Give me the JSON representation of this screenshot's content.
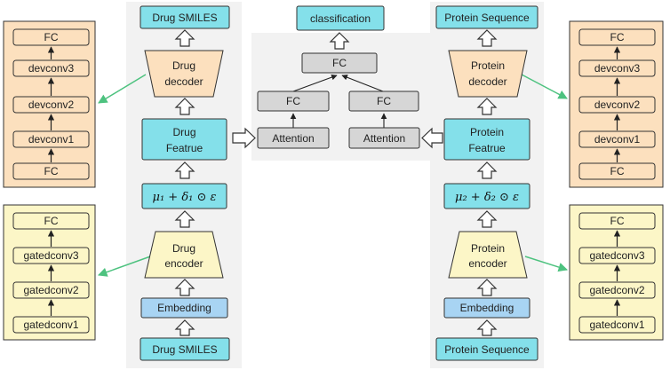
{
  "colors": {
    "orange": "#FCE0BE",
    "yellow": "#FCF6C7",
    "cyan": "#84E0EA",
    "light_blue": "#A8D4F3",
    "gray_box": "#D6D6D6",
    "panel": "#F2F2F2",
    "green_arrow": "#4DC27F"
  },
  "drug": {
    "output_label": "Drug  SMILES",
    "decoder_label": [
      "Drug",
      "decoder"
    ],
    "feature_label": [
      "Drug",
      "Featrue"
    ],
    "sampling_label": "μ₁ + δ₁ ⊙ ε",
    "encoder_label": [
      "Drug",
      "encoder"
    ],
    "embedding_label": "Embedding",
    "input_label": "Drug  SMILES"
  },
  "protein": {
    "output_label": "Protein Sequence",
    "decoder_label": [
      "Protein",
      "decoder"
    ],
    "feature_label": [
      "Protein",
      "Featrue"
    ],
    "sampling_label": "μ₂ + δ₂ ⊙ ε",
    "encoder_label": [
      "Protein",
      "encoder"
    ],
    "embedding_label": "Embedding",
    "input_label": "Protein Sequence"
  },
  "center": {
    "classification_label": "classification",
    "top_fc_label": "FC",
    "left_fc_label": "FC",
    "right_fc_label": "FC",
    "left_attention_label": "Attention",
    "right_attention_label": "Attention"
  },
  "decoder_detail": {
    "layers": [
      "FC",
      "devconv3",
      "devconv2",
      "devconv1",
      "FC"
    ]
  },
  "encoder_detail": {
    "layers": [
      "FC",
      "gatedconv3",
      "gatedconv2",
      "gatedconv1"
    ]
  }
}
